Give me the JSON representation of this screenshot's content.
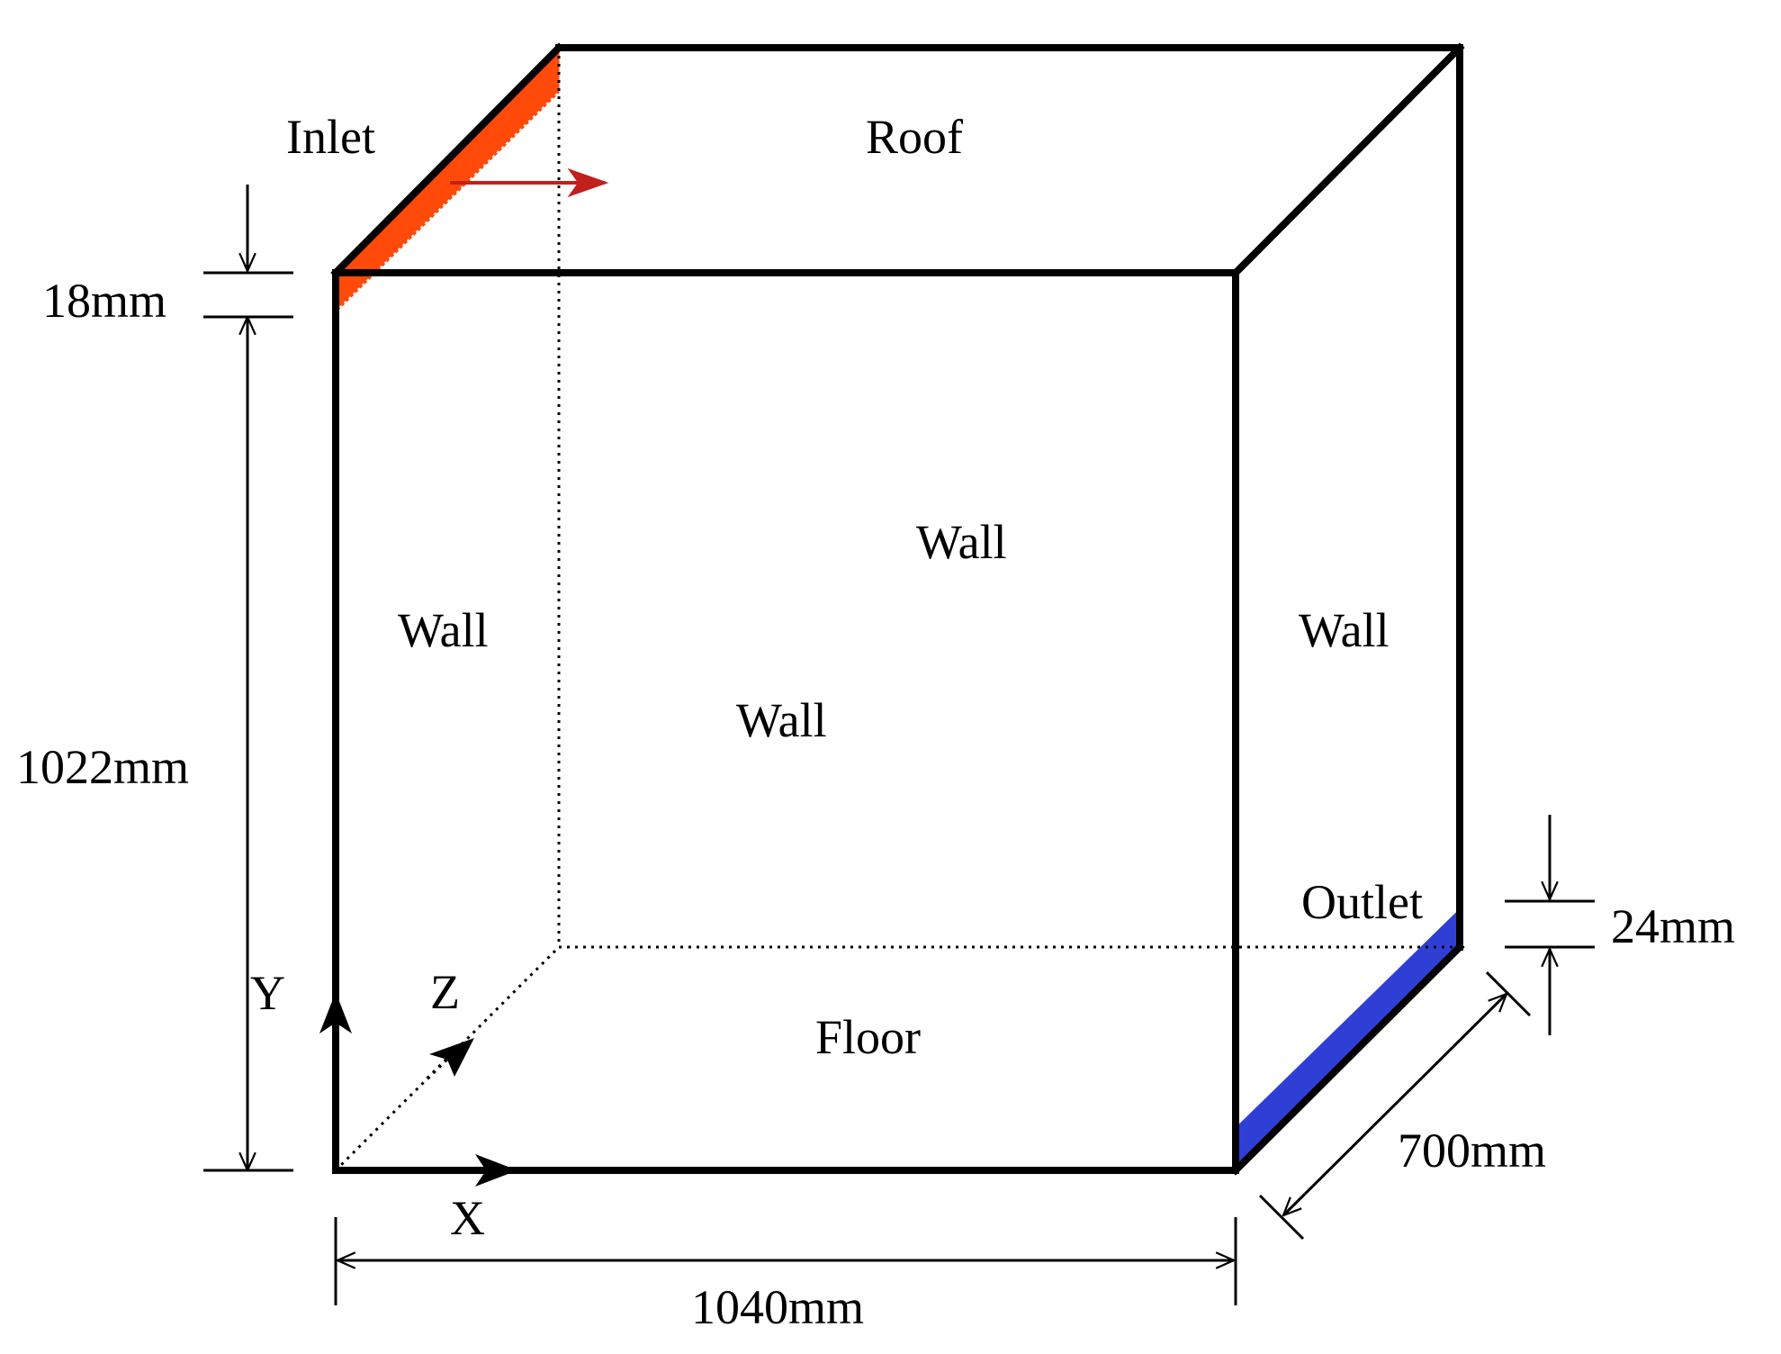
{
  "labels": {
    "inlet": "Inlet",
    "roof": "Roof",
    "wall_left": "Wall",
    "wall_back": "Wall",
    "wall_front": "Wall",
    "wall_right": "Wall",
    "floor": "Floor",
    "outlet": "Outlet",
    "axis_x": "X",
    "axis_y": "Y",
    "axis_z": "Z"
  },
  "dimensions": {
    "inlet_height": "18mm",
    "height": "1022mm",
    "width": "1040mm",
    "depth": "700mm",
    "outlet_height": "24mm"
  },
  "colors": {
    "inlet": "#ff4a0a",
    "outlet": "#2f3fd6",
    "flow_arrow": "#c1201c",
    "edges": "#000000"
  }
}
